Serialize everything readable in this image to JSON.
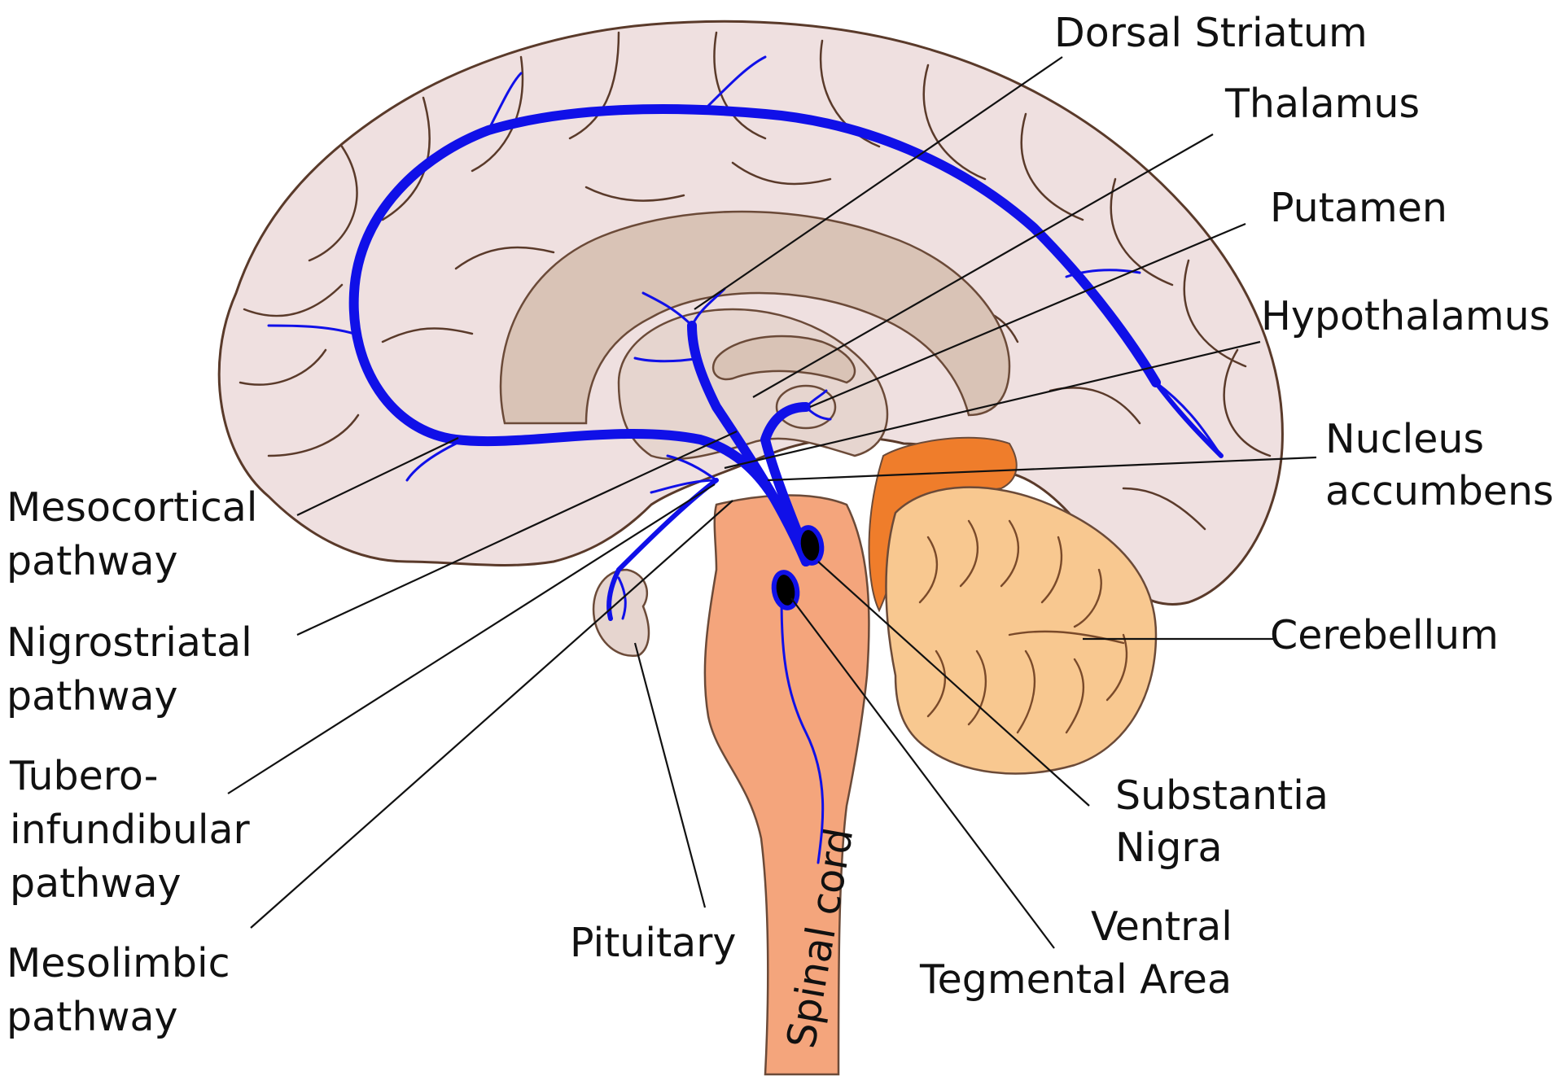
{
  "labels": {
    "dorsal_striatum": "Dorsal Striatum",
    "thalamus": "Thalamus",
    "putamen": "Putamen",
    "hypothalamus": "Hypothalamus",
    "nucleus_accumbens_1": "Nucleus",
    "nucleus_accumbens_2": "accumbens",
    "cerebellum": "Cerebellum",
    "substantia_nigra_1": "Substantia",
    "substantia_nigra_2": "Nigra",
    "vta_1": "Ventral",
    "vta_2": "Tegmental Area",
    "pituitary": "Pituitary",
    "spinal_cord": "Spinal cord",
    "mesocortical_1": "Mesocortical",
    "mesocortical_2": "pathway",
    "nigrostriatal_1": "Nigrostriatal",
    "nigrostriatal_2": "pathway",
    "tubero_1": "Tubero-",
    "tubero_2": "infundibular",
    "tubero_3": "pathway",
    "mesolimbic_1": "Mesolimbic",
    "mesolimbic_2": "pathway"
  },
  "colors": {
    "pathway": "#1010e8",
    "cortex": "#efe0e0",
    "brainstem": "#f4a57c",
    "cerebellum": "#f8c890",
    "nucleus_accumbens_region": "#ef7d2b"
  }
}
